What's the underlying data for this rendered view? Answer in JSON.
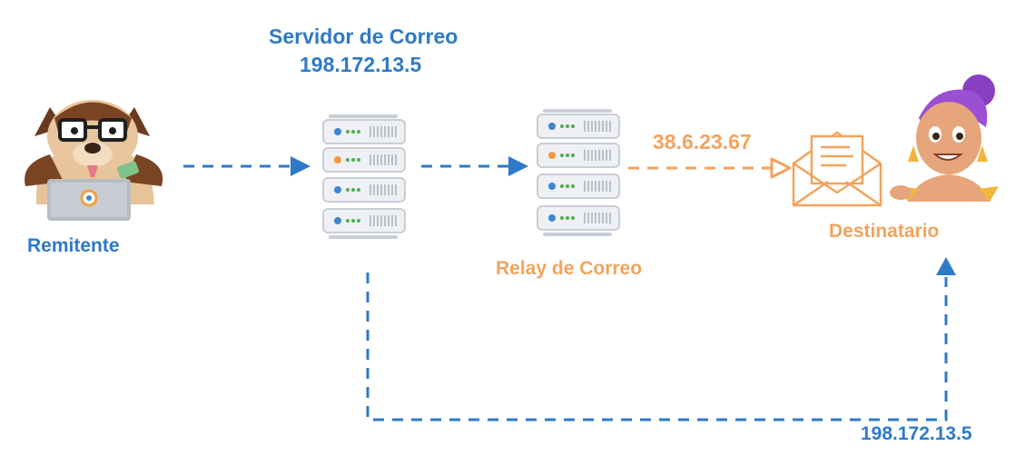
{
  "server": {
    "title": "Servidor de Correo",
    "ip": "198.172.13.5"
  },
  "relay": {
    "title": "Relay de Correo",
    "ip": "38.6.23.67"
  },
  "sender": {
    "label": "Remitente"
  },
  "recipient": {
    "label": "Destinatario"
  },
  "direct_path": {
    "ip": "198.172.13.5"
  },
  "colors": {
    "blue": "#2f79c7",
    "orange": "#f3a35c",
    "server_body": "#eef0f3",
    "server_border": "#c9ced6"
  },
  "icons": {
    "sender": "dog-with-laptop-icon",
    "server": "server-rack-icon",
    "relay": "server-rack-icon",
    "envelope": "envelope-icon",
    "recipient": "woman-avatar-icon"
  }
}
